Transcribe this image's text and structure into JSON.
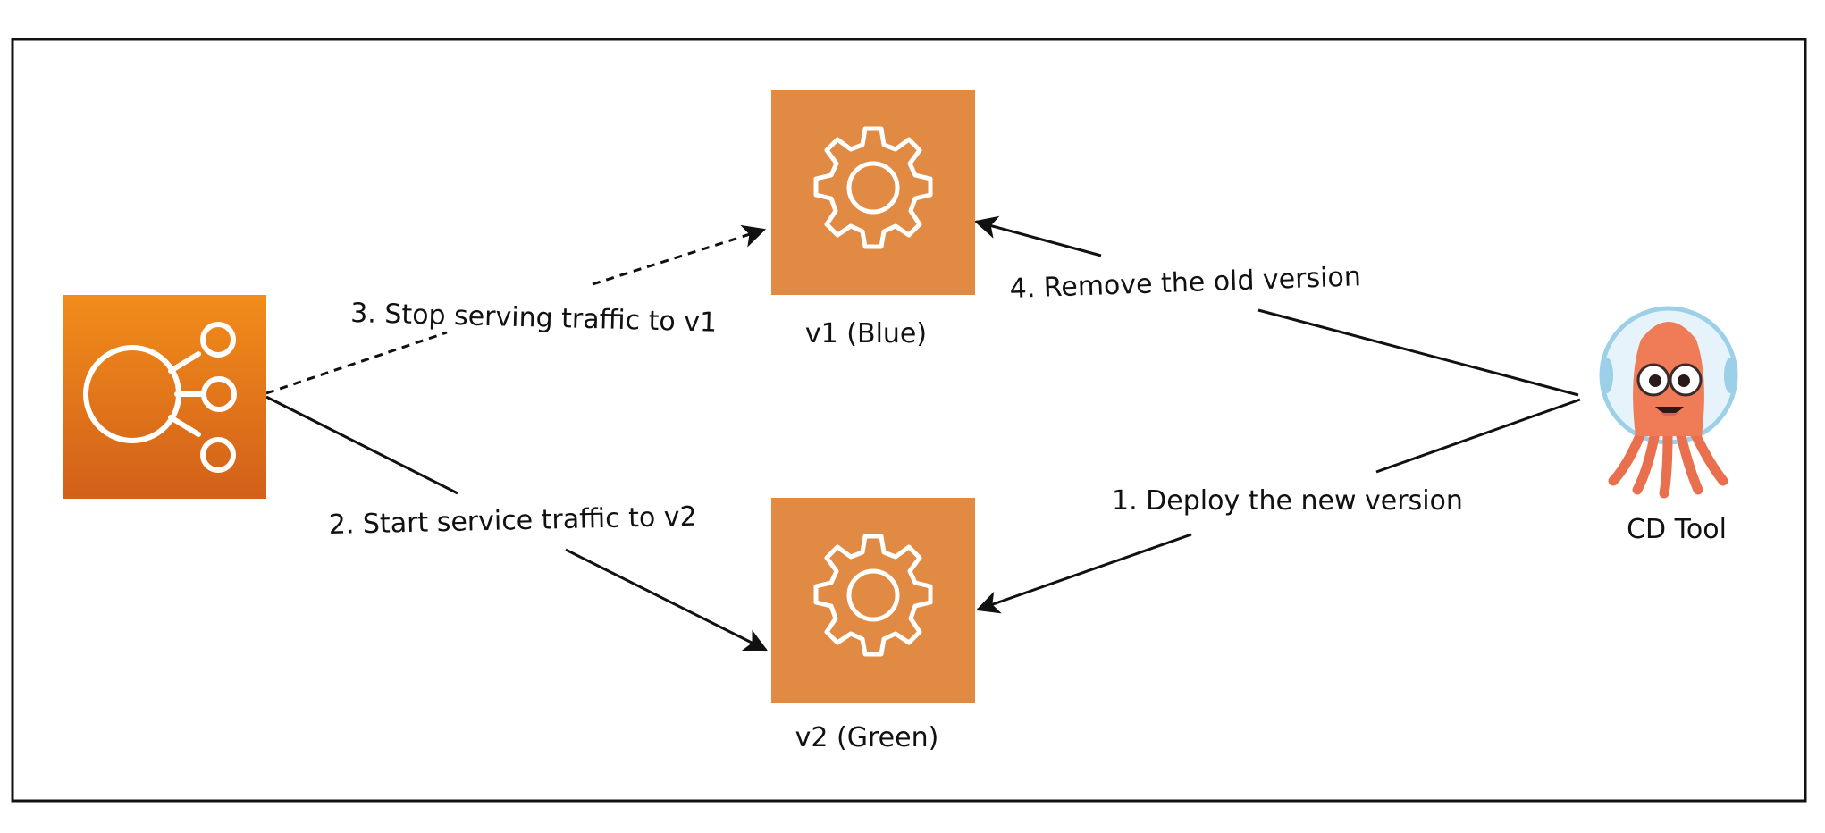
{
  "nodes": {
    "load_balancer": {
      "label": ""
    },
    "v1": {
      "label": "v1 (Blue)"
    },
    "v2": {
      "label": "v2 (Green)"
    },
    "cd_tool": {
      "label": "CD Tool"
    }
  },
  "edges": {
    "deploy": {
      "label": "1. Deploy the new version",
      "style": "solid"
    },
    "start_traffic": {
      "label": "2. Start service traffic to v2",
      "style": "solid"
    },
    "stop_traffic": {
      "label": "3. Stop serving traffic to v1",
      "style": "dashed"
    },
    "remove_old": {
      "label": "4. Remove the old version",
      "style": "solid"
    }
  },
  "colors": {
    "service_box": "#E08A44",
    "lb_gradient_top": "#F28C1A",
    "lb_gradient_bottom": "#D2601A",
    "icon_stroke": "#ffffff",
    "line": "#111111",
    "frame": "#111111"
  }
}
